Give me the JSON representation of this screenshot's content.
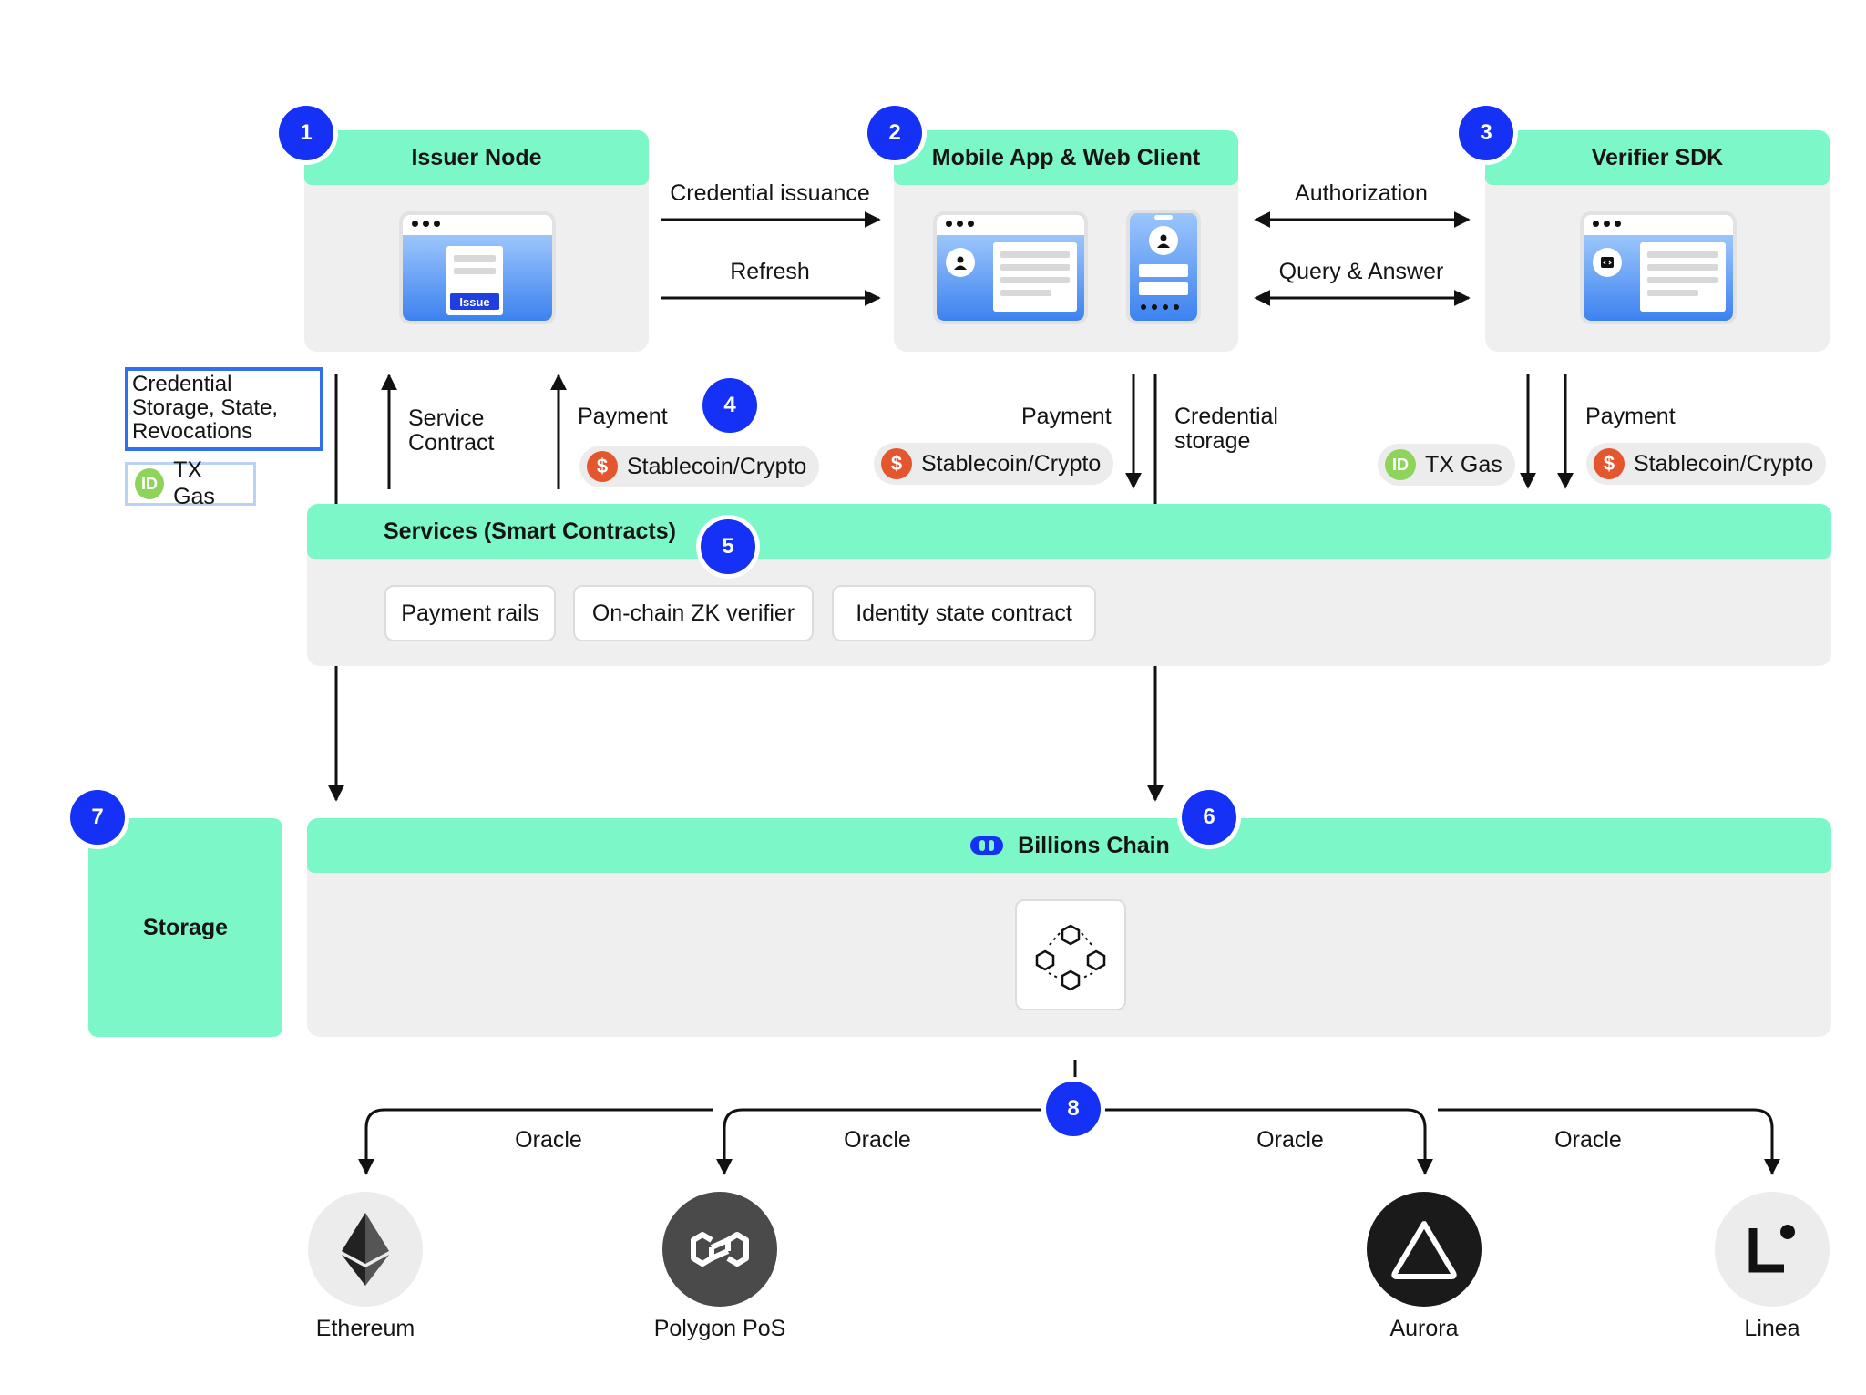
{
  "nodes": {
    "issuer": {
      "badge": "1",
      "title": "Issuer Node",
      "issue_label": "Issue"
    },
    "client": {
      "badge": "2",
      "title": "Mobile App & Web Client"
    },
    "verifier": {
      "badge": "3",
      "title": "Verifier SDK"
    }
  },
  "flows": {
    "credential_issuance": "Credential issuance",
    "refresh": "Refresh",
    "authorization": "Authorization",
    "query_answer": "Query & Answer",
    "service_contract": "Service\nContract",
    "payment": "Payment",
    "credential_storage": "Credential\nstorage"
  },
  "payment_badge": "4",
  "pills": {
    "stablecoin": "Stablecoin/Crypto",
    "tx_gas": "TX Gas",
    "coin_symbol": "$",
    "id_symbol": "ID"
  },
  "legend": {
    "storage_box": "Credential\nStorage, State,\nRevocations",
    "tx_gas": "TX Gas"
  },
  "services": {
    "badge": "5",
    "title": "Services (Smart Contracts)",
    "items": [
      "Payment rails",
      "On-chain ZK verifier",
      "Identity state contract"
    ]
  },
  "chain": {
    "badge": "6",
    "title": "Billions Chain"
  },
  "storage": {
    "badge": "7",
    "title": "Storage"
  },
  "oracles": {
    "badge": "8",
    "label": "Oracle",
    "targets": [
      "Ethereum",
      "Polygon PoS",
      "Aurora",
      "Linea"
    ]
  },
  "colors": {
    "mint": "#7cf8c8",
    "badge_blue": "#1431f5",
    "card_gray": "#efefef",
    "coin_orange": "#e4572e",
    "id_green": "#8fd45a"
  }
}
